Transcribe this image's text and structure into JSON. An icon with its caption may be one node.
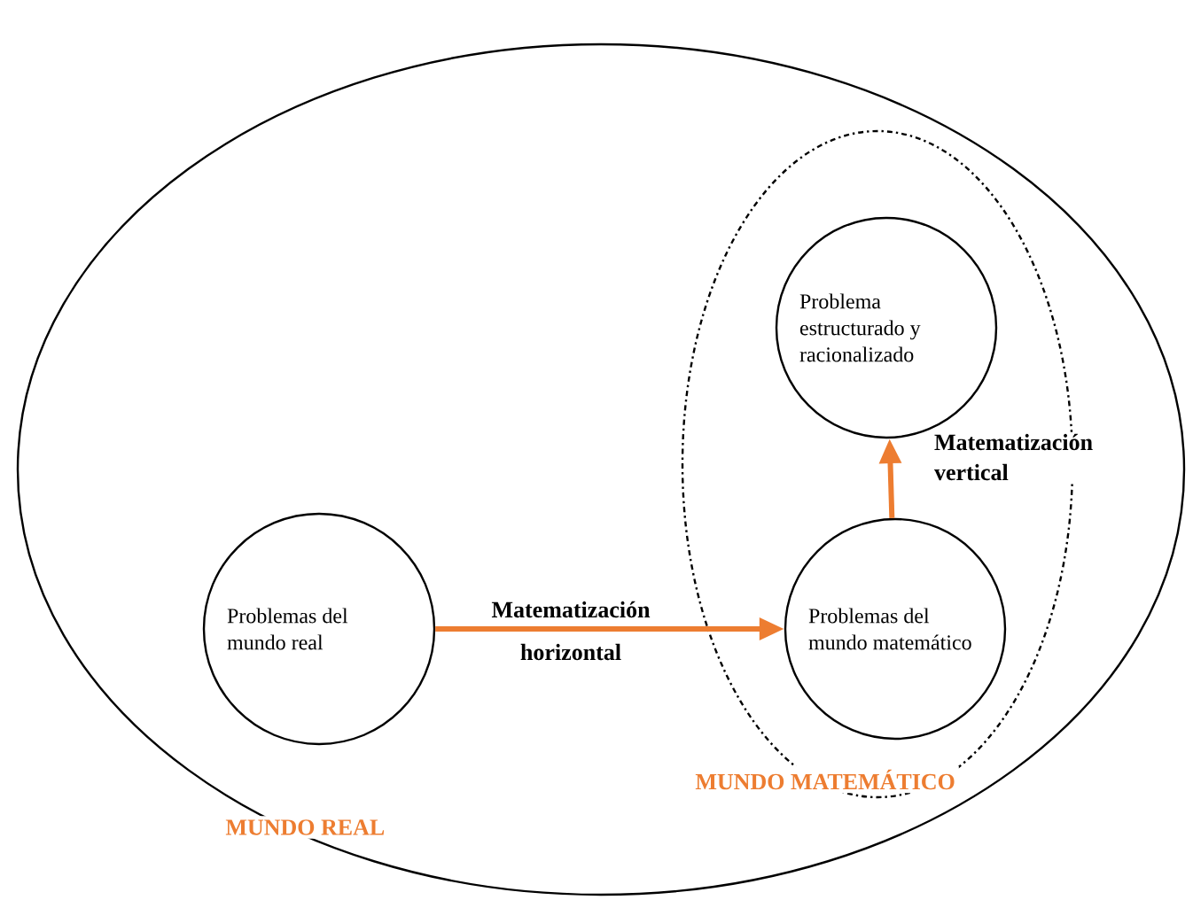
{
  "diagram": {
    "nodes": [
      {
        "text": [
          "MUNDO REAL"
        ]
      },
      {
        "text": [
          "MUNDO MATEMÁTICO"
        ],
        "in": 0
      },
      {
        "text": [
          "Problemas del mundo real"
        ],
        "in": 0
      },
      {
        "text": [
          "Problema estructurado y racionalizado"
        ],
        "in": 1
      },
      {
        "text": [
          "Problemas del mundo matemático"
        ],
        "in": 1
      }
    ],
    "edges": [
      {
        "from": 2,
        "to": 4,
        "arrow": "to",
        "label": "Matematización horizontal"
      },
      {
        "from": 4,
        "to": 3,
        "arrow": "to",
        "label": "Matematización vertical"
      }
    ]
  }
}
